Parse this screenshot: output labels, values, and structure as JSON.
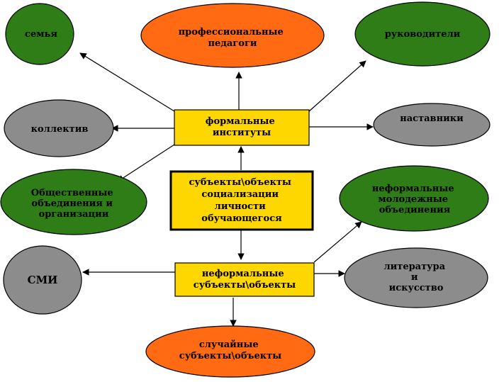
{
  "colors": {
    "green": "#2e7d16",
    "orange": "#ff6a13",
    "gray": "#8c8c8c",
    "box": "#ffd700",
    "line": "#000000"
  },
  "nodes": {
    "center": {
      "lines": [
        "субъекты\\объекты",
        "социализации",
        "личности",
        "обучающегося"
      ]
    },
    "formal": {
      "lines": [
        "формальные",
        "институты"
      ]
    },
    "informal": {
      "lines": [
        "неформальные",
        "субъекты\\объекты"
      ]
    },
    "family": {
      "lines": [
        "семья"
      ]
    },
    "prof_teachers": {
      "lines": [
        "профессиональные",
        "педагоги"
      ]
    },
    "leaders": {
      "lines": [
        "руководители"
      ]
    },
    "collective": {
      "lines": [
        "коллектив"
      ]
    },
    "mentors": {
      "lines": [
        "наставники"
      ]
    },
    "public_orgs": {
      "lines": [
        "Общественные",
        "объединения и",
        "организации"
      ]
    },
    "youth_groups": {
      "lines": [
        "неформальные",
        "молодежные",
        "объединения"
      ]
    },
    "media": {
      "lines": [
        "СМИ"
      ]
    },
    "literature": {
      "lines": [
        "литература",
        "и",
        "искусство"
      ]
    },
    "random": {
      "lines": [
        "случайные",
        "субъекты\\объекты"
      ]
    }
  }
}
